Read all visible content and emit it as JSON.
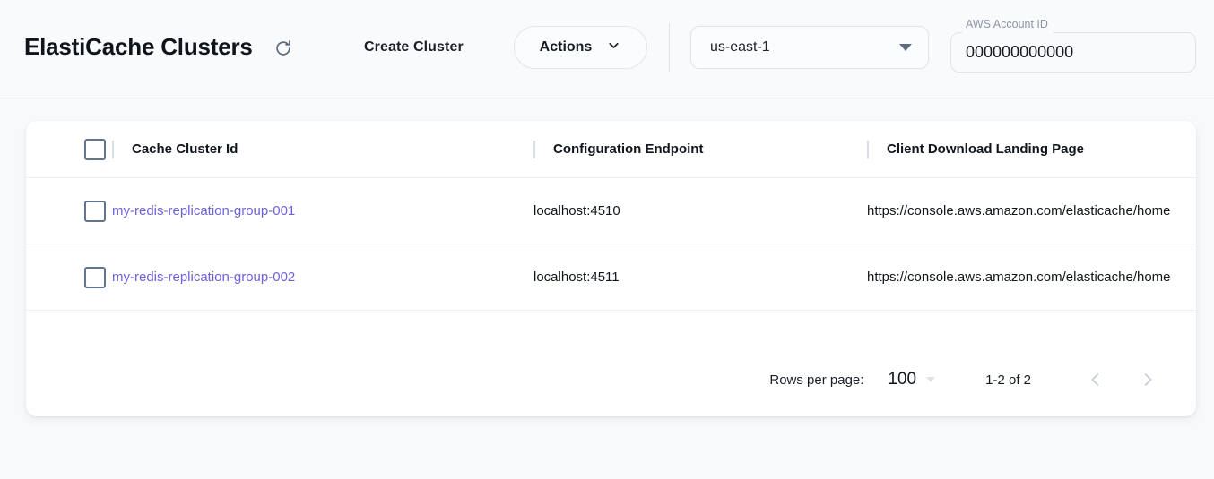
{
  "header": {
    "title": "ElastiCache Clusters",
    "refresh_icon": "refresh-icon",
    "create_cluster_label": "Create Cluster",
    "actions_label": "Actions",
    "actions_caret_icon": "chevron-down-icon",
    "region": {
      "value": "us-east-1",
      "caret_icon": "caret-down-icon"
    },
    "account": {
      "label": "AWS Account ID",
      "value": "000000000000"
    }
  },
  "table": {
    "columns": [
      {
        "key": "checkbox",
        "label": ""
      },
      {
        "key": "cluster_id",
        "label": "Cache Cluster Id"
      },
      {
        "key": "config_endpoint",
        "label": "Configuration Endpoint"
      },
      {
        "key": "landing_page",
        "label": "Client Download Landing Page"
      }
    ],
    "rows": [
      {
        "cluster_id": "my-redis-replication-group-001",
        "config_endpoint": "localhost:4510",
        "landing_page": "https://console.aws.amazon.com/elasticache/home"
      },
      {
        "cluster_id": "my-redis-replication-group-002",
        "config_endpoint": "localhost:4511",
        "landing_page": "https://console.aws.amazon.com/elasticache/home"
      }
    ]
  },
  "pagination": {
    "rows_per_page_label": "Rows per page:",
    "rows_per_page_value": "100",
    "range_label": "1-2 of 2",
    "prev_icon": "chevron-left-icon",
    "next_icon": "chevron-right-icon"
  },
  "colors": {
    "page_background": "#f7f9fb",
    "card_background": "#ffffff",
    "link": "#6c63d8",
    "text_primary": "#10161c",
    "muted": "#8d96a5",
    "checkbox_border": "#64748b"
  }
}
